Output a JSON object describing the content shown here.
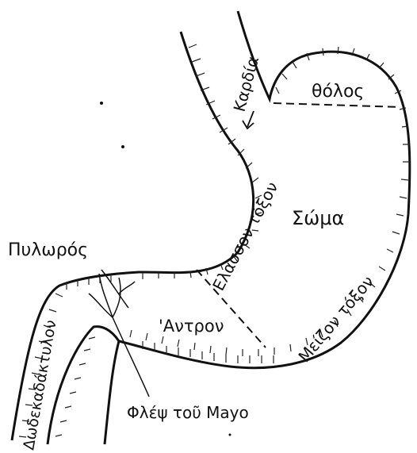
{
  "labels": {
    "fundus": "θόλος",
    "cardia": "Καρδία",
    "lesser_curvature": "Ελασσον τόξον",
    "body": "Σώμα",
    "pylorus": "Πυλωρός",
    "antrum": "'Αντρον",
    "greater_curvature": "Μείζον τόξον",
    "duodenum": "Δωδεκαδάκτυλον",
    "mayo_vein": "Φλέψ τοῦ Mayo"
  },
  "colors": {
    "ink": "#111111",
    "paper": "#ffffff"
  }
}
